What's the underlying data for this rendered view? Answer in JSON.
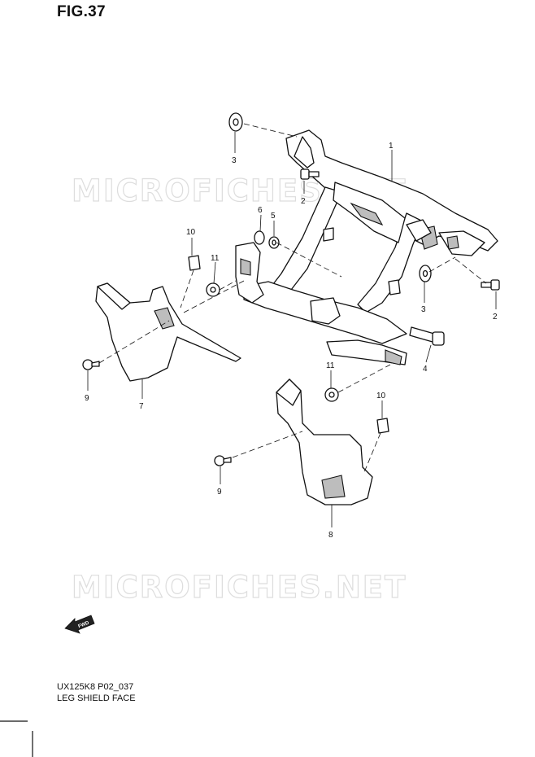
{
  "figure": {
    "title": "FIG.37",
    "model_code": "UX125K8 P02_037",
    "description": "LEG SHIELD FACE"
  },
  "watermark": {
    "text": "MICROFICHES.NET"
  },
  "direction_arrow": {
    "label": "FWD"
  },
  "callouts": [
    "1",
    "2",
    "3",
    "4",
    "5",
    "6",
    "7",
    "8",
    "9",
    "10",
    "11"
  ]
}
